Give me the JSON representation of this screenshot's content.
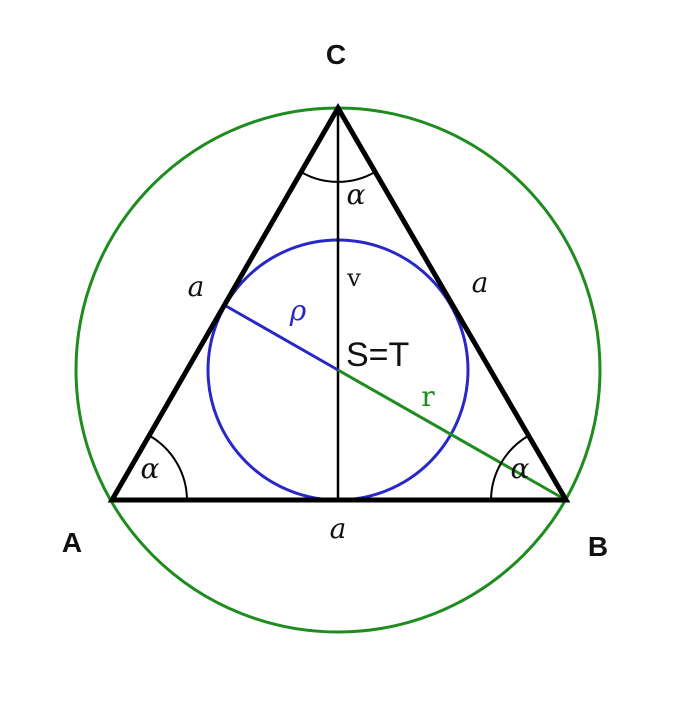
{
  "labels": {
    "vertex_a": "A",
    "vertex_b": "B",
    "vertex_c": "C",
    "side_left": "a",
    "side_right": "a",
    "side_bottom": "a",
    "angle_a": "α",
    "angle_b": "α",
    "angle_c": "α",
    "height": "v",
    "inradius": "ρ",
    "circumradius": "r",
    "center": "S=T"
  },
  "colors": {
    "triangle": "#000000",
    "incircle": "#2828c8",
    "circumcircle": "#1e8c1e",
    "text": "#111111"
  }
}
